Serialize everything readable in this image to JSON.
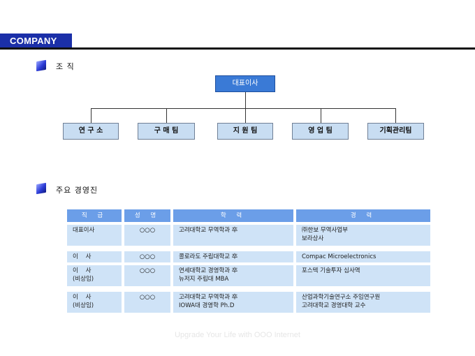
{
  "header": {
    "tag": "COMPANY"
  },
  "sections": {
    "org": {
      "title": "조 직"
    },
    "exec": {
      "title": "주요 경영진"
    }
  },
  "org_chart": {
    "top": "대표이사",
    "departments": [
      "연 구 소",
      "구 매 팀",
      "지 원 팀",
      "영 업 팀",
      "기획관리팀"
    ]
  },
  "table": {
    "headers": [
      "직 급",
      "성 명",
      "학 력",
      "경 력"
    ],
    "rows": [
      {
        "position": "대표이사",
        "position2": "",
        "name": "○○○",
        "education": "고려대학교 무역학과 卒",
        "education2": "",
        "career": "㈜한보 무역사업부",
        "career2": "보라상사"
      },
      {
        "position": "이    사",
        "position2": "",
        "name": "○○○",
        "education": "콜로라도 주립대학교 卒",
        "education2": "",
        "career": "Compac Microelectronics",
        "career2": ""
      },
      {
        "position": "이    사",
        "position2": "(비상임)",
        "name": "○○○",
        "education": "연세대학교 경영학과 卒",
        "education2": "뉴저지 주립대 MBA",
        "career": "포스텍 기술투자 심사역",
        "career2": ""
      },
      {
        "position": "이    사",
        "position2": "(비상임)",
        "name": "○○○",
        "education": "고려대학교 무역학과 卒",
        "education2": "IOWA대 경영학 Ph.D",
        "career": "산업과학기술연구소 주임연구원",
        "career2": "고려대학교 경영대학 교수"
      }
    ]
  },
  "footer": {
    "text": "Upgrade Your Life with OOO Internet"
  }
}
